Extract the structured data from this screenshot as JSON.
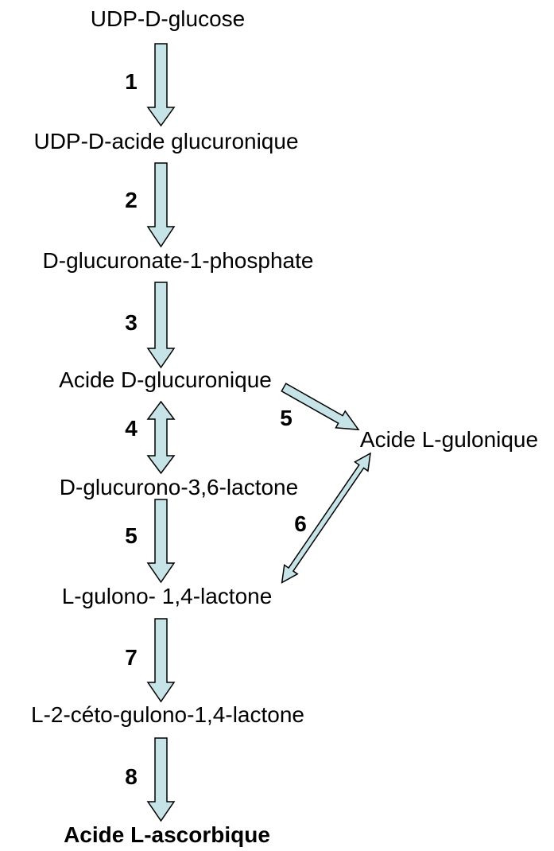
{
  "colors": {
    "arrow_fill": "#c6e3e8",
    "arrow_stroke": "#000000",
    "text": "#000000"
  },
  "compounds": {
    "udp_glucose": "UDP-D-glucose",
    "udp_glucuronic": "UDP-D-acide glucuronique",
    "glucuronate_1p": "D-glucuronate-1-phosphate",
    "glucuronic_acid": "Acide D-glucuronique",
    "gulonic_acid": "Acide L-gulonique",
    "glucurono_lactone": "D-glucurono-3,6-lactone",
    "gulono_lactone": "L-gulono- 1,4-lactone",
    "keto_gulono_lactone": "L-2-céto-gulono-1,4-lactone",
    "ascorbic_acid": "Acide L-ascorbique"
  },
  "steps": {
    "s1": "1",
    "s2": "2",
    "s3": "3",
    "s4": "4",
    "s5a": "5",
    "s5b": "5",
    "s6": "6",
    "s7": "7",
    "s8": "8"
  }
}
